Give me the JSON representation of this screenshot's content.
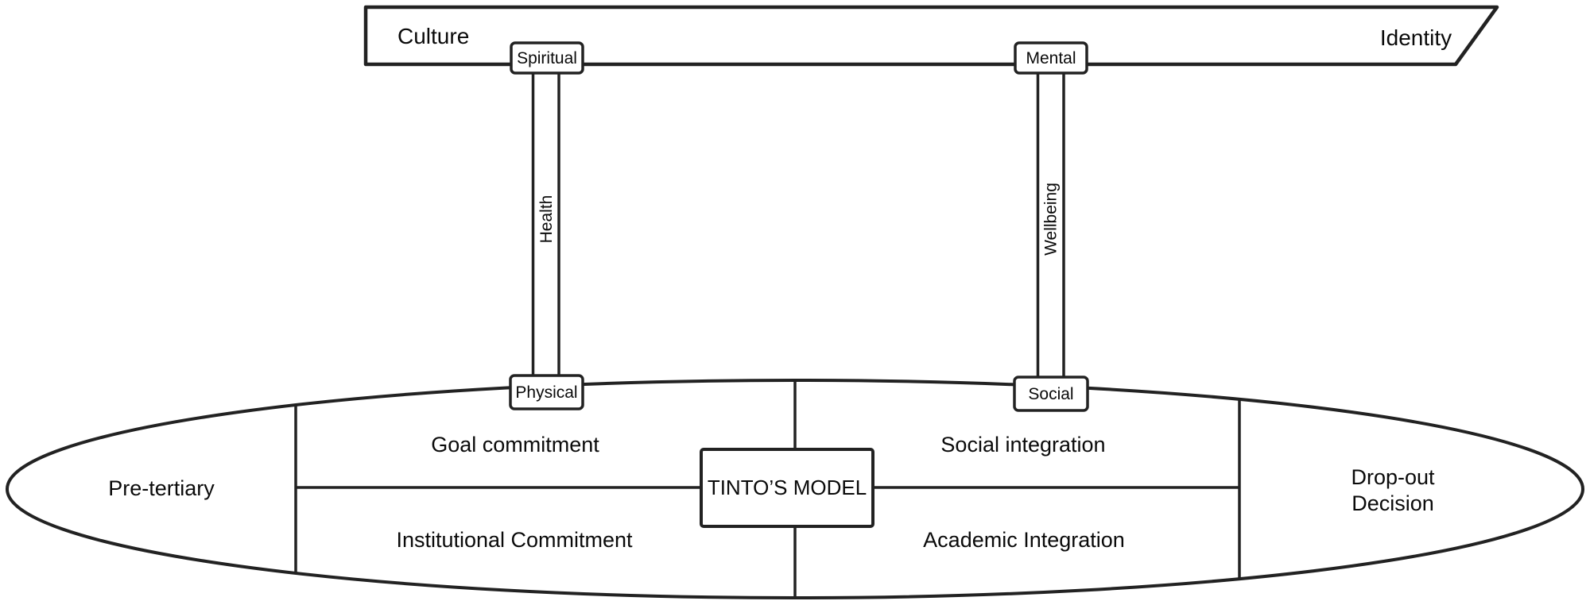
{
  "banner": {
    "left_label": "Culture",
    "right_label": "Identity"
  },
  "health_strand": {
    "top_box": "Spiritual",
    "connector_label": "Health",
    "bottom_box": "Physical"
  },
  "wellbeing_strand": {
    "top_box": "Mental",
    "connector_label": "Wellbeing",
    "bottom_box": "Social"
  },
  "ellipse": {
    "left_label": "Pre-tertiary",
    "right_label": {
      "line1": "Drop-out",
      "line2": "Decision"
    },
    "quadrants": {
      "top_left": "Goal commitment",
      "top_right": "Social integration",
      "bottom_left": "Institutional Commitment",
      "bottom_right": "Academic Integration"
    },
    "center_box": "TINTO’S MODEL"
  },
  "colors": {
    "stroke": "#222222",
    "text": "#0a0a0a",
    "background": "#ffffff"
  }
}
